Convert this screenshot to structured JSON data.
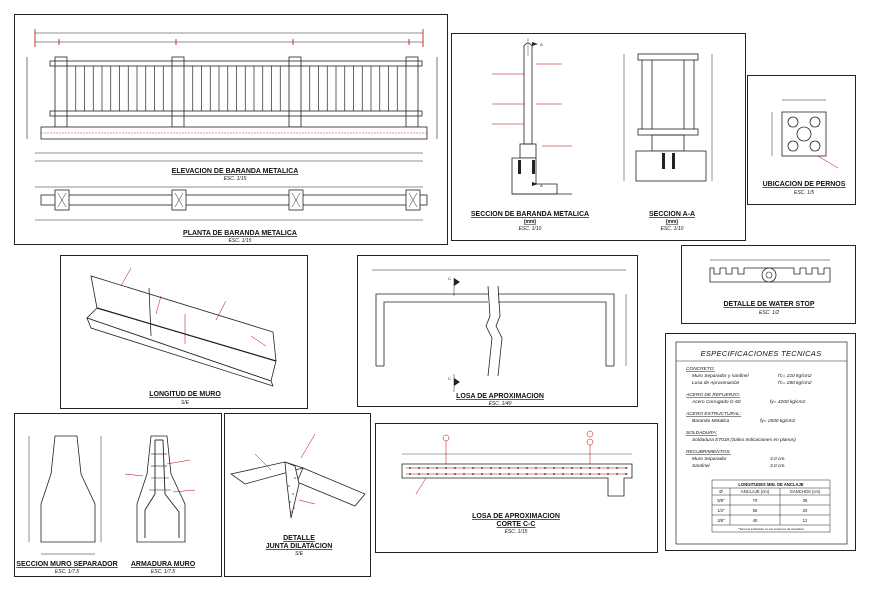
{
  "panels": {
    "elevacion": {
      "title": "ELEVACION DE BARANDA METALICA",
      "scale": "ESC. 1/15"
    },
    "planta": {
      "title": "PLANTA DE BARANDA METALICA",
      "scale": "ESC. 1/15"
    },
    "seccion_baranda": {
      "title": "SECCION DE BARANDA METALICA",
      "subtitle": "(mm)",
      "scale": "ESC. 1/10"
    },
    "seccion_aa": {
      "title": "SECCION A-A",
      "subtitle": "(mm)",
      "scale": "ESC. 1/10"
    },
    "ubicacion_pernos": {
      "title": "UBICACION DE PERNOS",
      "scale": "ESC. 1/5"
    },
    "water_stop": {
      "title": "DETALLE DE WATER STOP",
      "scale": "ESC. 1/2"
    },
    "longitud_muro": {
      "title": "LONGITUD DE MURO",
      "scale": "S/E"
    },
    "losa_aprox": {
      "title": "LOSA DE APROXIMACION",
      "scale": "ESC. 1/40"
    },
    "seccion_muro": {
      "title": "SECCION MURO SEPARADOR",
      "scale": "ESC. 1/7.5"
    },
    "armadura_muro": {
      "title": "ARMADURA MURO",
      "scale": "ESC. 1/7.5"
    },
    "junta": {
      "title_line1": "DETALLE",
      "title_line2": "JUNTA DILATACION",
      "scale": "S/E"
    },
    "corte_cc": {
      "title_line1": "LOSA DE APROXIMACION",
      "title_line2": "CORTE C-C",
      "scale": "ESC. 1/15"
    }
  },
  "markers": {
    "section_a": "A",
    "section_c": "C"
  },
  "specs": {
    "title": "ESPECIFICACIONES TECNICAS",
    "concreto": {
      "heading": "CONCRETO:",
      "items": [
        {
          "label": "Muro Separador y sardinel",
          "value": "f'c= 210 kg/cm2"
        },
        {
          "label": "Losa de Aproximación",
          "value": "f'c= 280 kg/cm2"
        }
      ]
    },
    "acero_refuerzo": {
      "heading": "ACERO DE REFUERZO:",
      "items": [
        {
          "label": "Acero Corrugado G-60",
          "value": "fy= 4200 kg/cm2"
        }
      ]
    },
    "acero_estructural": {
      "heading": "ACERO ESTRUCTURAL:",
      "items": [
        {
          "label": "Baranda Metalica",
          "value": "fy= 2500 kg/cm2"
        }
      ]
    },
    "soldadura": {
      "heading": "SOLDADURA:",
      "items": [
        {
          "label": "Soldadura E7018 (Salvo Indicaciones en planos)",
          "value": ""
        }
      ]
    },
    "recubrimientos": {
      "heading": "RECUBRIMIENTOS:",
      "items": [
        {
          "label": "Muro Separador",
          "value": "3.0 cm."
        },
        {
          "label": "Sardinel",
          "value": "3.0 cm."
        }
      ]
    },
    "table": {
      "title": "LONGITUDES MIN. DE ANCLAJE",
      "headers": [
        "Ø",
        "ANCLAJE (cm)",
        "GANCHOS (cm)"
      ],
      "rows": [
        [
          "5/8\"",
          "70",
          "35"
        ],
        [
          "1/2\"",
          "55",
          "20"
        ],
        [
          "3/8\"",
          "40",
          "12"
        ]
      ],
      "note": "*Tener la indicación en los extremos de armadura"
    }
  }
}
